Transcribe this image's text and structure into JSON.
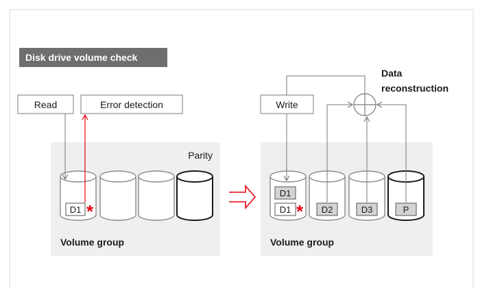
{
  "header": {
    "title": "Disk drive volume check"
  },
  "left_panel": {
    "read_label": "Read",
    "error_label": "Error detection",
    "parity_label": "Parity",
    "volume_group_label": "Volume group",
    "block_label": "D1",
    "error_mark": "*"
  },
  "right_panel": {
    "write_label": "Write",
    "reconstruction_line1": "Data",
    "reconstruction_line2": "reconstruction",
    "volume_group_label": "Volume group",
    "blocks": {
      "d1_top": "D1",
      "d1_bottom": "D1",
      "d2": "D2",
      "d3": "D3",
      "p": "P"
    },
    "error_mark": "*"
  },
  "colors": {
    "error": "#e60012",
    "panel": "#efefef",
    "header_bg": "#6e6e6e",
    "disk": "#8c8c8c",
    "parity_disk": "#1a1a1a"
  }
}
